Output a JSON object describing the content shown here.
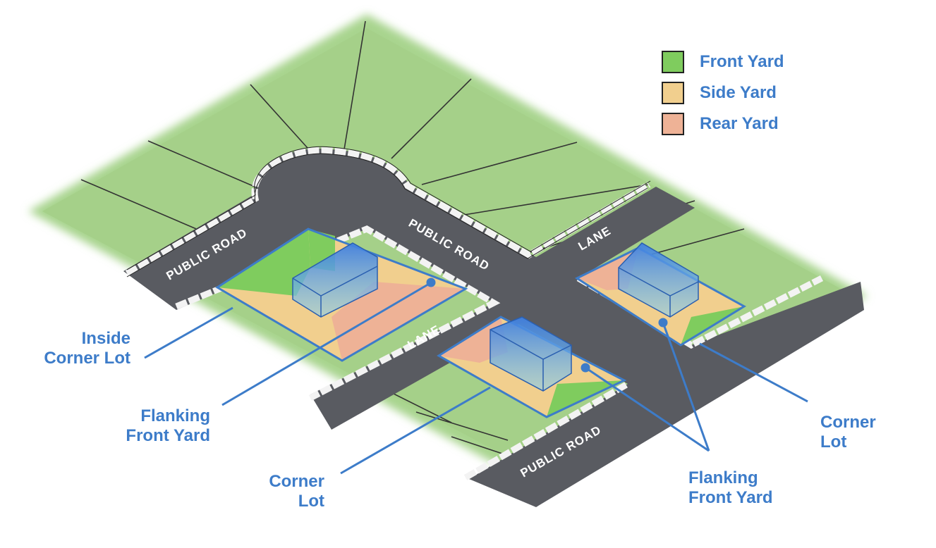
{
  "legend": {
    "items": [
      {
        "label": "Front Yard",
        "color": "#7fcc5e"
      },
      {
        "label": "Side Yard",
        "color": "#f1cf8e"
      },
      {
        "label": "Rear Yard",
        "color": "#eeb296"
      }
    ]
  },
  "road_labels": {
    "public_road_left": "PUBLIC ROAD",
    "public_road_center": "PUBLIC ROAD",
    "public_road_bottom": "PUBLIC ROAD",
    "lane_center": "LANE",
    "lane_right": "LANE"
  },
  "callouts": {
    "inside_corner_lot": {
      "line1": "Inside",
      "line2": "Corner Lot"
    },
    "flanking_front_yard_left": {
      "line1": "Flanking",
      "line2": "Front Yard"
    },
    "corner_lot_left": {
      "line1": "Corner",
      "line2": "Lot"
    },
    "flanking_front_yard_right": {
      "line1": "Flanking",
      "line2": "Front Yard"
    },
    "corner_lot_right": {
      "line1": "Corner",
      "line2": "Lot"
    }
  },
  "colors": {
    "grass": "#9fcf85",
    "road": "#55575c",
    "curb": "#f2f2f2",
    "callout_blue": "#3d7cc9",
    "house_blue": "#4a86dc"
  }
}
